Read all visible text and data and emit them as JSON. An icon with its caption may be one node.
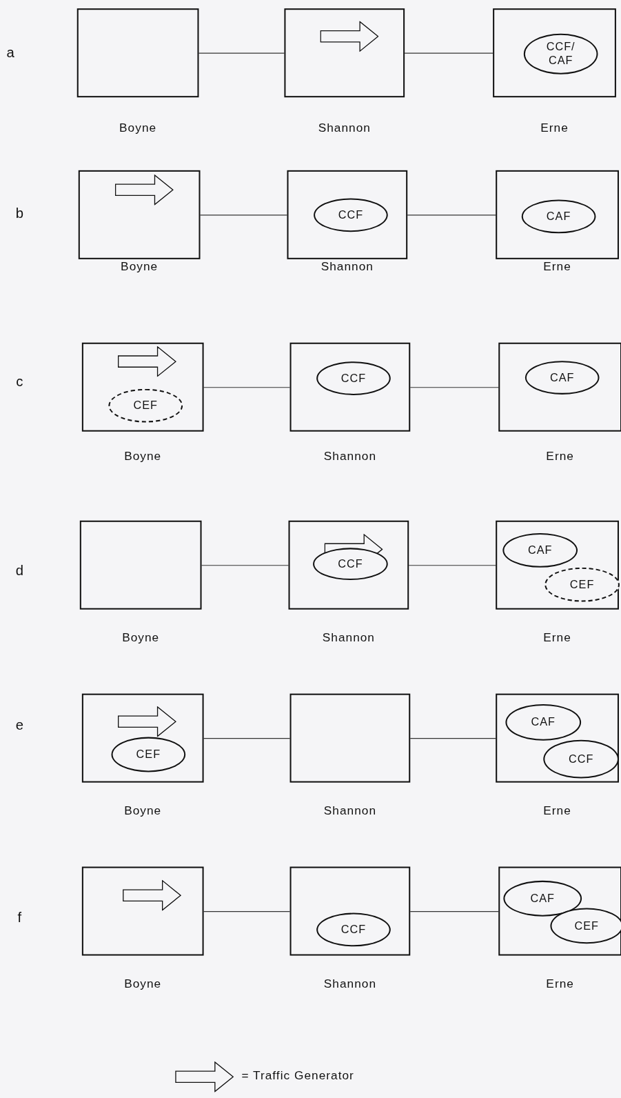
{
  "diagram": {
    "nodes": [
      {
        "text": [],
        "shape": "box",
        "beside": [
          "Boyne"
        ]
      },
      {
        "text": [],
        "shape": "box",
        "beside": [
          "Shannon"
        ]
      },
      {
        "text": [],
        "shape": "box",
        "beside": [
          "Erne"
        ]
      },
      {
        "text": [
          "CCF/ CAF"
        ],
        "in": 2
      },
      {
        "text": [],
        "shape": "box",
        "beside": [
          "Boyne"
        ]
      },
      {
        "text": [],
        "shape": "box",
        "beside": [
          "Shannon"
        ]
      },
      {
        "text": [],
        "shape": "box",
        "beside": [
          "Erne"
        ]
      },
      {
        "text": [
          "CCF"
        ],
        "in": 5
      },
      {
        "text": [
          "CAF"
        ],
        "in": 6
      },
      {
        "text": [],
        "shape": "box",
        "beside": [
          "Boyne"
        ]
      },
      {
        "text": [],
        "shape": "box",
        "beside": [
          "Shannon"
        ]
      },
      {
        "text": [],
        "shape": "box",
        "beside": [
          "Erne"
        ]
      },
      {
        "text": [
          "CEF"
        ],
        "in": 9
      },
      {
        "text": [
          "CCF"
        ],
        "in": 10
      },
      {
        "text": [
          "CAF"
        ],
        "in": 11
      },
      {
        "text": [],
        "shape": "box",
        "beside": [
          "Boyne"
        ]
      },
      {
        "text": [],
        "shape": "box",
        "beside": [
          "Shannon"
        ]
      },
      {
        "text": [],
        "shape": "box",
        "beside": [
          "Erne"
        ]
      },
      {
        "text": [
          "CCF"
        ],
        "in": 16
      },
      {
        "text": [
          "CAF"
        ],
        "in": 17
      },
      {
        "text": [
          "CEF"
        ],
        "in": 17
      },
      {
        "text": [],
        "shape": "box",
        "beside": [
          "Boyne"
        ]
      },
      {
        "text": [],
        "shape": "box",
        "beside": [
          "Shannon"
        ]
      },
      {
        "text": [],
        "shape": "box",
        "beside": [
          "Erne"
        ]
      },
      {
        "text": [
          "CEF"
        ],
        "in": 21
      },
      {
        "text": [
          "CAF"
        ],
        "in": 23
      },
      {
        "text": [
          "CCF"
        ],
        "in": 23
      },
      {
        "text": [],
        "shape": "box",
        "beside": [
          "Boyne"
        ]
      },
      {
        "text": [],
        "shape": "box",
        "beside": [
          "Shannon"
        ]
      },
      {
        "text": [],
        "shape": "box",
        "beside": [
          "Erne"
        ]
      },
      {
        "text": [
          "CCF"
        ],
        "in": 28
      },
      {
        "text": [
          "CAF"
        ],
        "in": 29
      },
      {
        "text": [
          "CEF"
        ],
        "in": 29
      }
    ],
    "edges": [
      {
        "from": 0,
        "to": 1,
        "arrow": "none"
      },
      {
        "from": 1,
        "to": 2,
        "arrow": "none"
      },
      {
        "from": 4,
        "to": 5,
        "arrow": "none"
      },
      {
        "from": 5,
        "to": 6,
        "arrow": "none"
      },
      {
        "from": 9,
        "to": 10,
        "arrow": "none"
      },
      {
        "from": 10,
        "to": 11,
        "arrow": "none"
      },
      {
        "from": 15,
        "to": 16,
        "arrow": "none"
      },
      {
        "from": 16,
        "to": 17,
        "arrow": "none"
      },
      {
        "from": 21,
        "to": 22,
        "arrow": "none"
      },
      {
        "from": 22,
        "to": 23,
        "arrow": "none"
      },
      {
        "from": 27,
        "to": 28,
        "arrow": "none"
      },
      {
        "from": 28,
        "to": 29,
        "arrow": "none"
      }
    ],
    "labels": [
      "a",
      "b",
      "c",
      "d",
      "e",
      "f"
    ],
    "legend": [
      {
        "text": "= Traffic Generator"
      }
    ]
  }
}
